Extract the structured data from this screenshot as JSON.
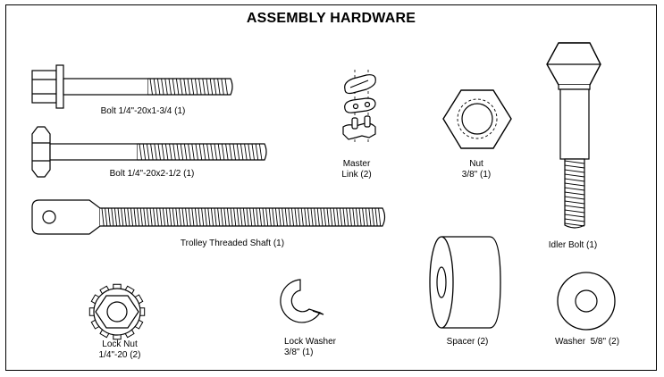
{
  "title": "ASSEMBLY HARDWARE",
  "items": [
    {
      "id": "bolt-small",
      "label": "Bolt 1/4\"-20x1-3/4 (1)"
    },
    {
      "id": "bolt-long",
      "label": "Bolt 1/4\"-20x2-1/2 (1)"
    },
    {
      "id": "master-link",
      "label": "Master\nLink (2)"
    },
    {
      "id": "nut",
      "label": "Nut\n3/8\" (1)"
    },
    {
      "id": "idler-bolt",
      "label": "Idler Bolt (1)"
    },
    {
      "id": "trolley-shaft",
      "label": "Trolley Threaded Shaft (1)"
    },
    {
      "id": "lock-nut",
      "label": "Lock Nut\n1/4\"-20 (2)"
    },
    {
      "id": "lock-washer",
      "label": "Lock Washer\n3/8\" (1)"
    },
    {
      "id": "spacer",
      "label": "Spacer (2)"
    },
    {
      "id": "washer",
      "label": "Washer  5/8\" (2)"
    }
  ]
}
